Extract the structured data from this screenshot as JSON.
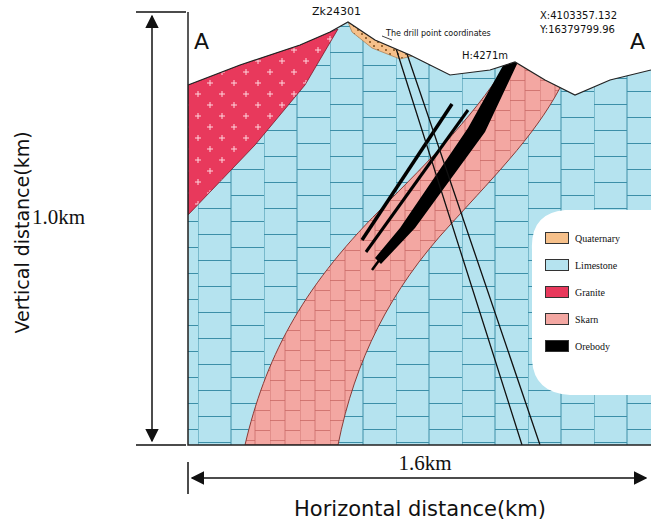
{
  "diagram": {
    "labels": [
      "A",
      "Zk24301",
      "The drill point coordinates",
      "X:4103357.132",
      "Y:16379799.96",
      "H:4271m",
      "A",
      "1.0km",
      "1.6km",
      "Vertical distance(km)",
      "Horizontal distance(km)"
    ],
    "legend": [
      {
        "text": "Quaternary",
        "color": "#f6c08a"
      },
      {
        "text": "Limestone",
        "color": "#b5e3ef"
      },
      {
        "text": "Granite",
        "color": "#e8395c"
      },
      {
        "text": "Skarn",
        "color": "#f3a7a2"
      },
      {
        "text": "Orebody",
        "color": "#000000"
      }
    ]
  }
}
